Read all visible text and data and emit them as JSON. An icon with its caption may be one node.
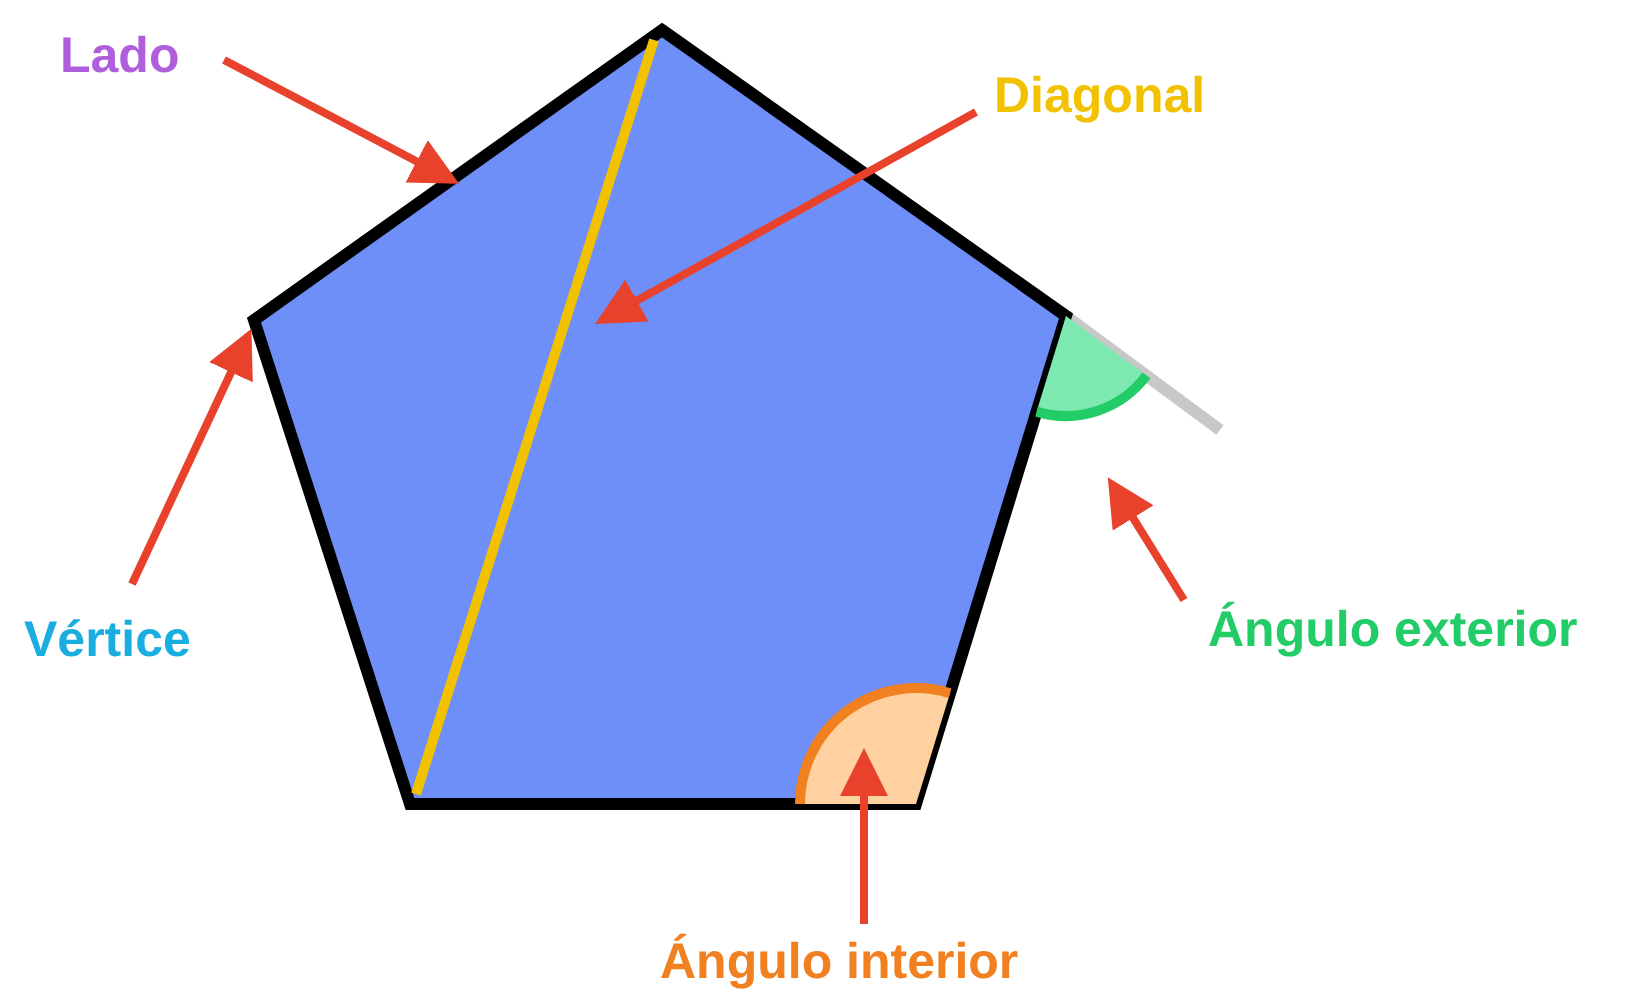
{
  "diagram": {
    "nodes": [
      {
        "text": [
          "Lado"
        ]
      },
      {
        "text": [
          "Diagonal"
        ]
      },
      {
        "text": [
          "Vértice"
        ]
      },
      {
        "text": [
          "Ángulo exterior"
        ]
      },
      {
        "text": [
          "Ángulo interior"
        ]
      },
      {
        "text": [],
        "shape": "pentagon"
      },
      {
        "text": [],
        "shape": "line",
        "in": 5
      },
      {
        "text": [],
        "shape": "sector"
      },
      {
        "text": [],
        "shape": "sector",
        "in": 5
      }
    ],
    "edges": [
      {
        "from": 0,
        "to": 5,
        "arrow": "to"
      },
      {
        "from": 1,
        "to": 6,
        "arrow": "to"
      },
      {
        "from": 2,
        "to": 5,
        "arrow": "to"
      },
      {
        "from": 3,
        "to": 7,
        "arrow": "to"
      },
      {
        "from": 4,
        "to": 8,
        "arrow": "to"
      }
    ]
  }
}
